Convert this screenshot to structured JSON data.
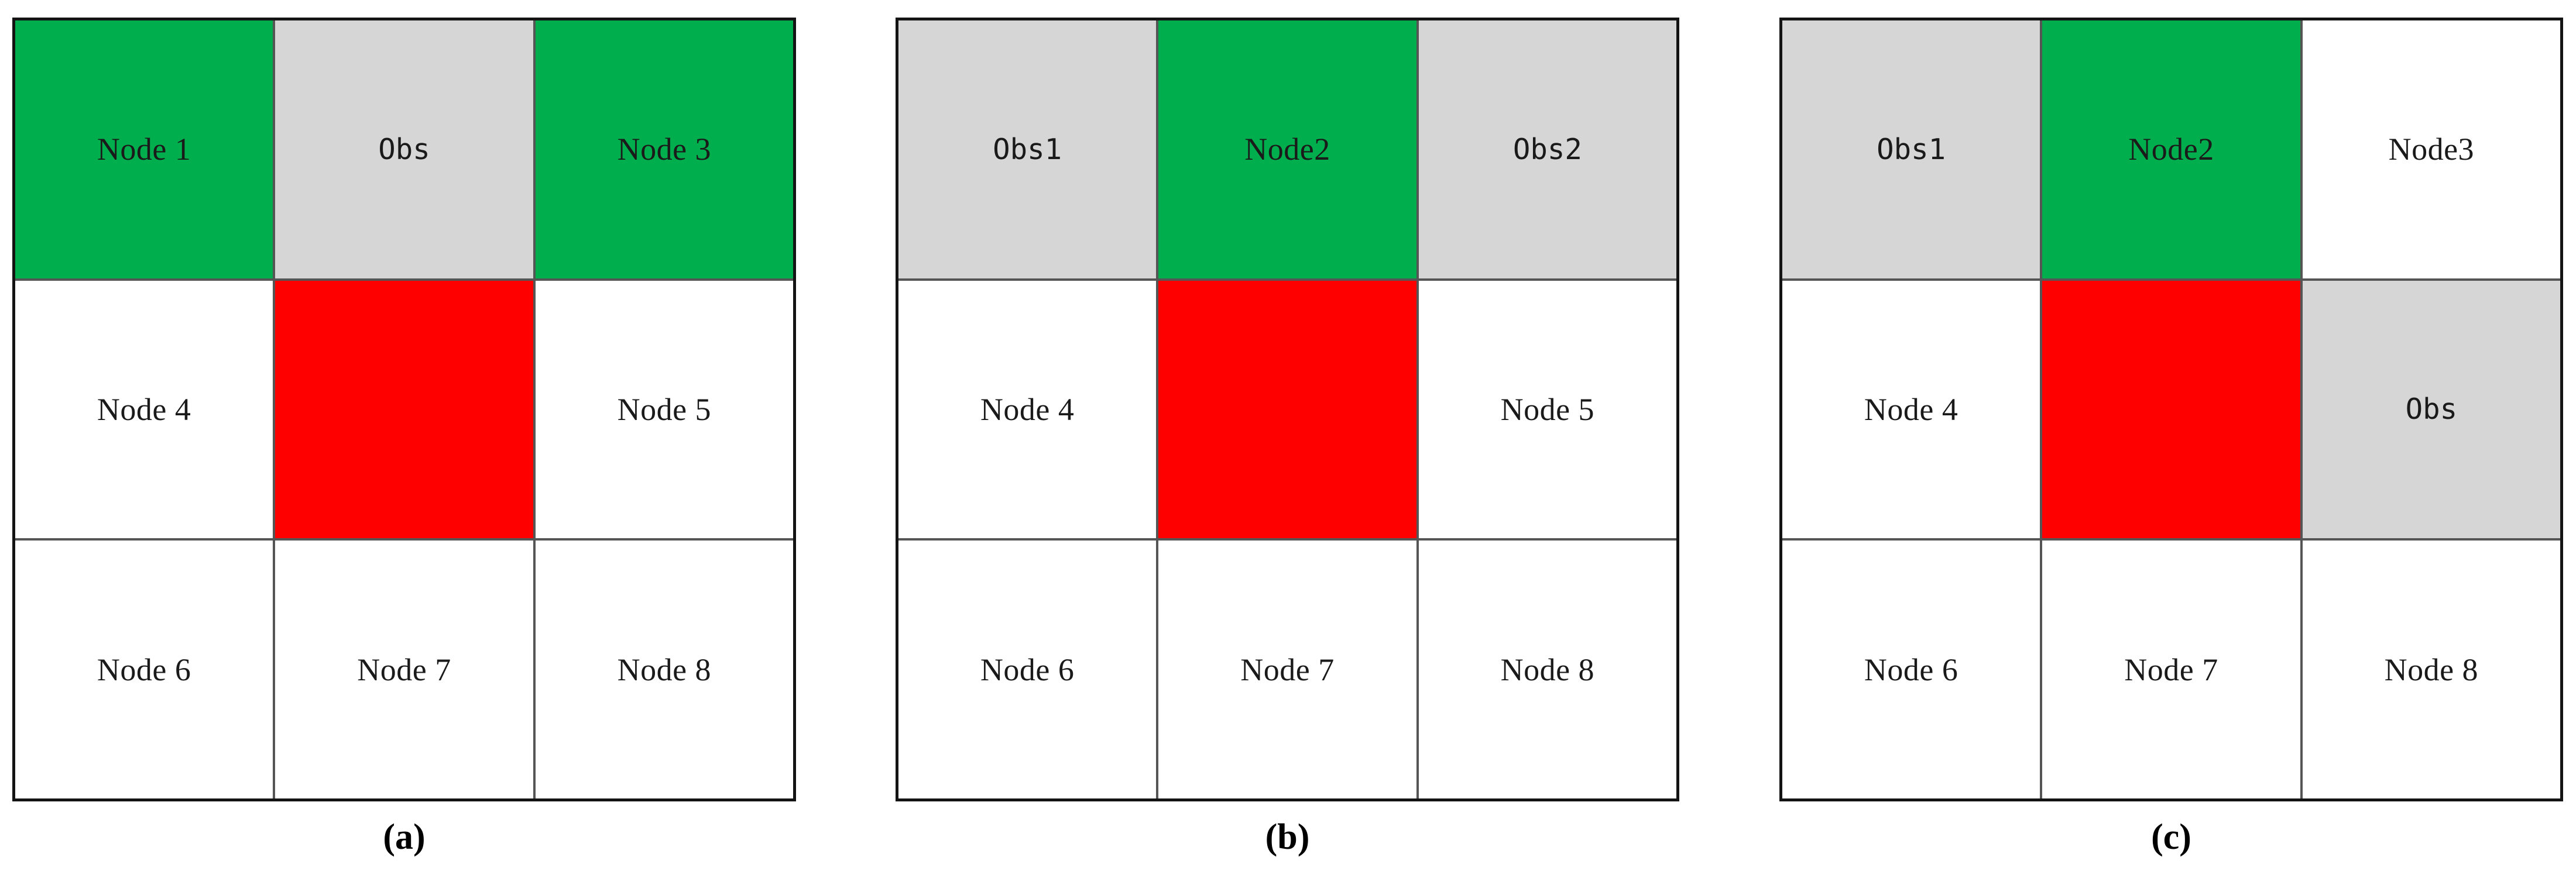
{
  "figure": {
    "background_color": "#ffffff",
    "colors": {
      "green": "#00AE4D",
      "red": "#FF0000",
      "gray": "#D6D6D6",
      "white": "#FFFFFF",
      "border": "#141414",
      "gridline": "#555555",
      "text": "#1a1a1a"
    },
    "panels": [
      {
        "id": "panel-a",
        "caption": "(a)",
        "grid": {
          "rows": 3,
          "cols": 3,
          "cells": [
            {
              "label": "Node 1",
              "fill": "green",
              "font": "serif"
            },
            {
              "label": "Obs",
              "fill": "gray",
              "font": "mono"
            },
            {
              "label": "Node 3",
              "fill": "green",
              "font": "serif"
            },
            {
              "label": "Node 4",
              "fill": "white",
              "font": "serif"
            },
            {
              "label": "",
              "fill": "red",
              "font": "serif"
            },
            {
              "label": "Node 5",
              "fill": "white",
              "font": "serif"
            },
            {
              "label": "Node 6",
              "fill": "white",
              "font": "serif"
            },
            {
              "label": "Node 7",
              "fill": "white",
              "font": "serif"
            },
            {
              "label": "Node 8",
              "fill": "white",
              "font": "serif"
            }
          ]
        }
      },
      {
        "id": "panel-b",
        "caption": "(b)",
        "grid": {
          "rows": 3,
          "cols": 3,
          "cells": [
            {
              "label": "Obs1",
              "fill": "gray",
              "font": "mono"
            },
            {
              "label": "Node2",
              "fill": "green",
              "font": "serif"
            },
            {
              "label": "Obs2",
              "fill": "gray",
              "font": "mono"
            },
            {
              "label": "Node 4",
              "fill": "white",
              "font": "serif"
            },
            {
              "label": "",
              "fill": "red",
              "font": "serif"
            },
            {
              "label": "Node 5",
              "fill": "white",
              "font": "serif"
            },
            {
              "label": "Node 6",
              "fill": "white",
              "font": "serif"
            },
            {
              "label": "Node 7",
              "fill": "white",
              "font": "serif"
            },
            {
              "label": "Node 8",
              "fill": "white",
              "font": "serif"
            }
          ]
        }
      },
      {
        "id": "panel-c",
        "caption": "(c)",
        "grid": {
          "rows": 3,
          "cols": 3,
          "cells": [
            {
              "label": "Obs1",
              "fill": "gray",
              "font": "mono"
            },
            {
              "label": "Node2",
              "fill": "green",
              "font": "serif"
            },
            {
              "label": "Node3",
              "fill": "white",
              "font": "serif"
            },
            {
              "label": "Node 4",
              "fill": "white",
              "font": "serif"
            },
            {
              "label": "",
              "fill": "red",
              "font": "serif"
            },
            {
              "label": "Obs",
              "fill": "gray",
              "font": "mono"
            },
            {
              "label": "Node 6",
              "fill": "white",
              "font": "serif"
            },
            {
              "label": "Node 7",
              "fill": "white",
              "font": "serif"
            },
            {
              "label": "Node 8",
              "fill": "white",
              "font": "serif"
            }
          ]
        }
      }
    ]
  }
}
